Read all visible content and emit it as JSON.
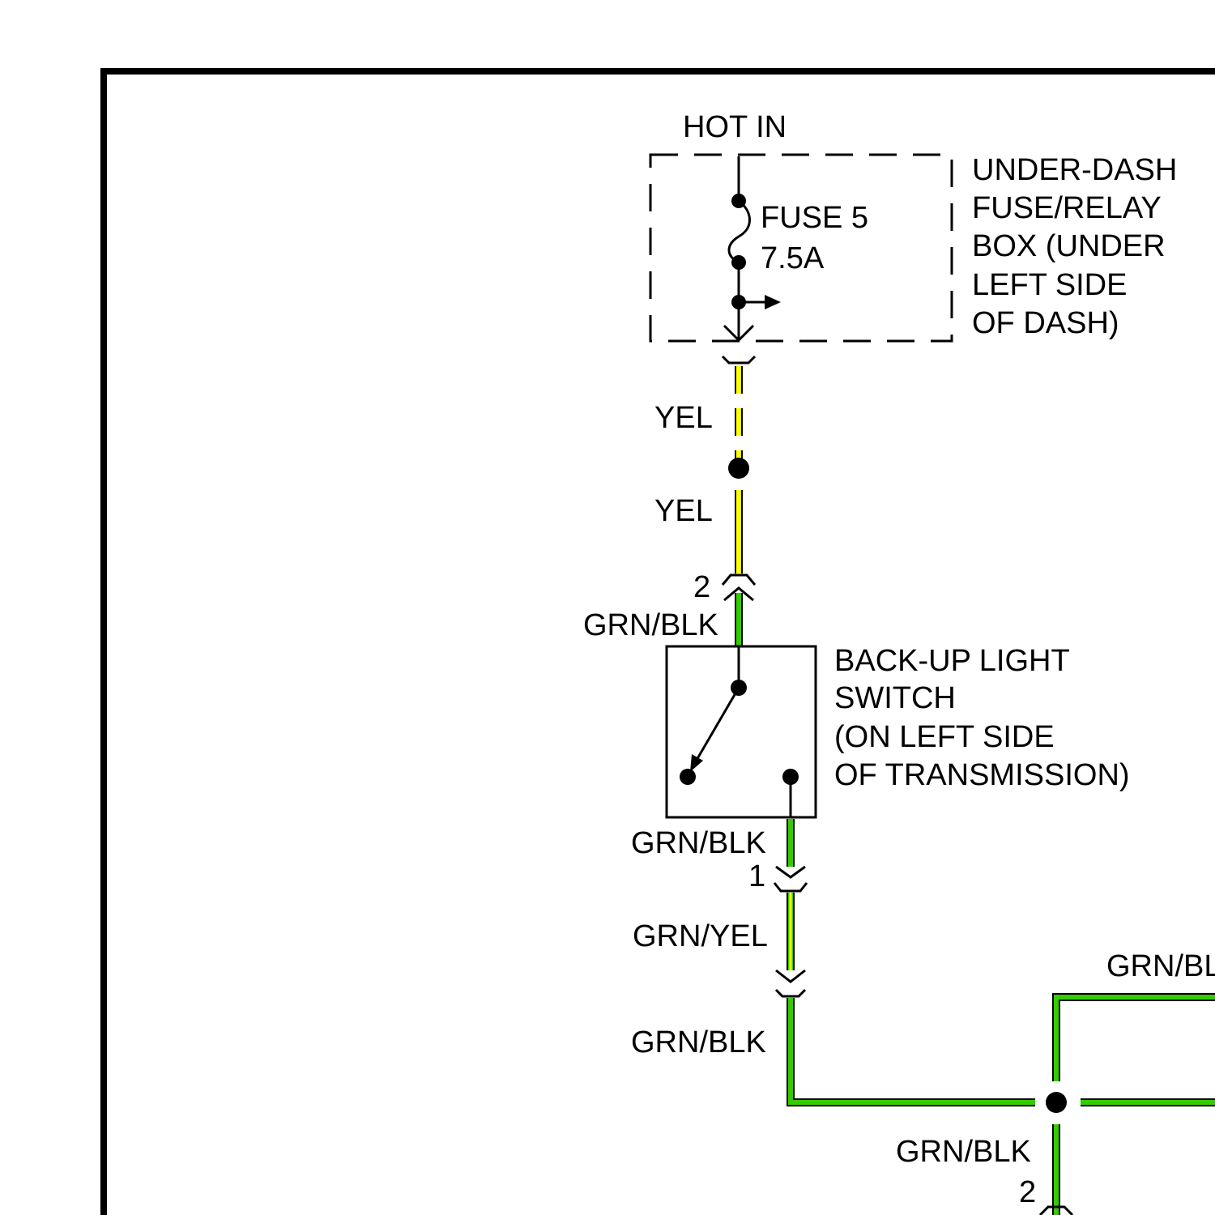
{
  "colors": {
    "yellow_wire": "#ffff00",
    "green_wire": "#33cc00",
    "wire_outline": "#000000",
    "background": "#ffffff"
  },
  "fuse_box": {
    "hot_in": "HOT IN",
    "fuse_name": "FUSE 5",
    "fuse_rating": "7.5A",
    "label_lines": [
      "UNDER-DASH",
      "FUSE/RELAY",
      "BOX (UNDER",
      "LEFT SIDE",
      "OF DASH)"
    ]
  },
  "wires": {
    "yel_upper": "YEL",
    "yel_lower": "YEL",
    "grn_blk_switch_in": "GRN/BLK",
    "grn_blk_switch_out": "GRN/BLK",
    "grn_yel": "GRN/YEL",
    "grn_blk_bottom": "GRN/BLK",
    "grn_blk_right": "GRN/BL",
    "grn_blk_down": "GRN/BLK"
  },
  "connectors": {
    "switch_in_pin": "2",
    "switch_out_pin": "1",
    "bottom_pin": "2"
  },
  "switch": {
    "label_lines": [
      "BACK-UP LIGHT",
      "SWITCH",
      "(ON LEFT SIDE",
      "OF TRANSMISSION)"
    ]
  }
}
